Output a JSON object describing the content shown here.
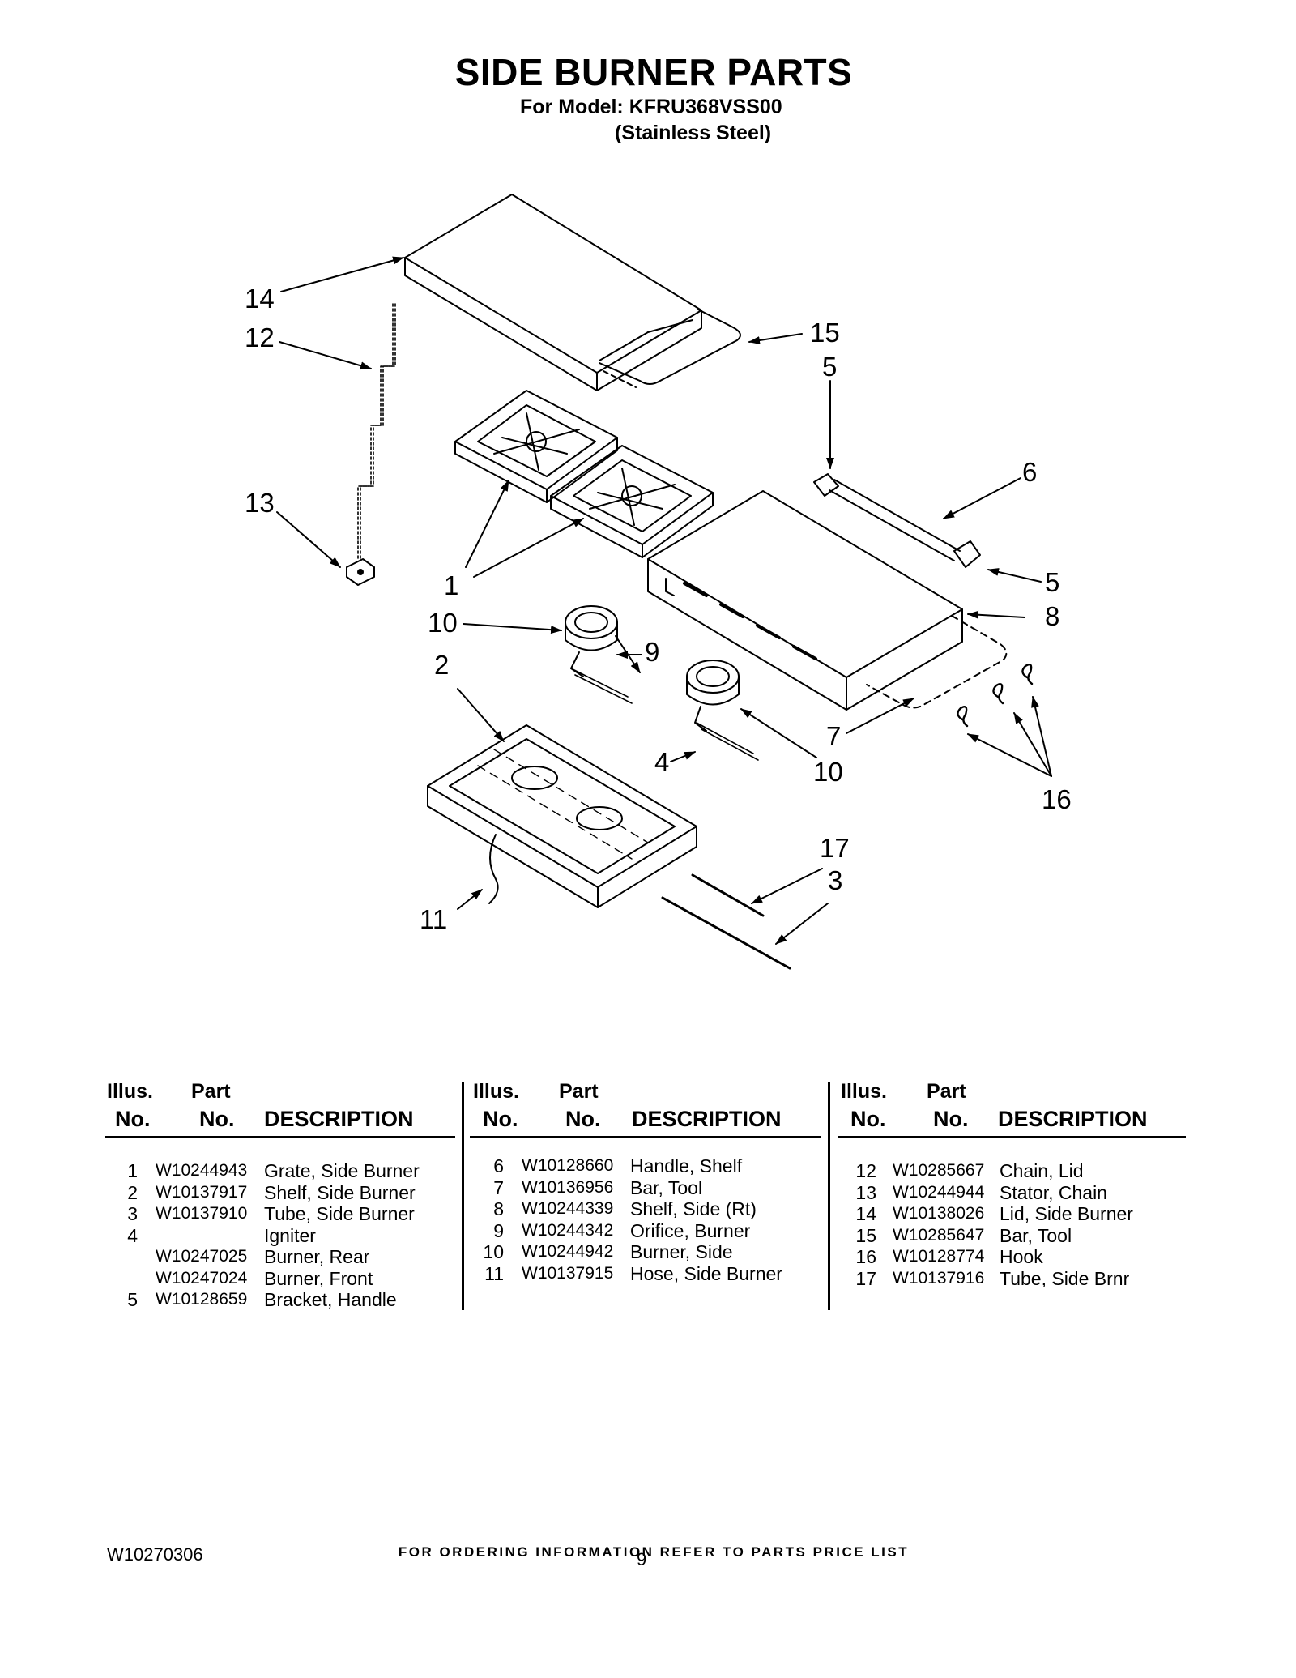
{
  "header": {
    "title": "SIDE BURNER PARTS",
    "model_line": "For Model: KFRU368VSS00",
    "finish_line": "(Stainless Steel)"
  },
  "callouts": [
    "14",
    "12",
    "15",
    "5",
    "6",
    "13",
    "1",
    "5",
    "10",
    "8",
    "9",
    "2",
    "7",
    "4",
    "10",
    "16",
    "17",
    "3",
    "11"
  ],
  "table_headers": {
    "illus": "Illus.",
    "no": "No.",
    "part": "Part",
    "part_no": "No.",
    "description": "DESCRIPTION"
  },
  "columns": [
    [
      {
        "no": "1",
        "part": "W10244943",
        "desc": "Grate, Side Burner"
      },
      {
        "no": "2",
        "part": "W10137917",
        "desc": "Shelf, Side Burner"
      },
      {
        "no": "3",
        "part": "W10137910",
        "desc": "Tube, Side Burner"
      },
      {
        "no": "4",
        "part": "",
        "desc": "Igniter"
      },
      {
        "no": "",
        "part": "W10247025",
        "desc": "Burner, Rear"
      },
      {
        "no": "",
        "part": "W10247024",
        "desc": "Burner, Front"
      },
      {
        "no": "5",
        "part": "W10128659",
        "desc": "Bracket, Handle"
      }
    ],
    [
      {
        "no": "6",
        "part": "W10128660",
        "desc": "Handle, Shelf"
      },
      {
        "no": "7",
        "part": "W10136956",
        "desc": "Bar, Tool"
      },
      {
        "no": "8",
        "part": "W10244339",
        "desc": "Shelf, Side (Rt)"
      },
      {
        "no": "9",
        "part": "W10244342",
        "desc": "Orifice, Burner"
      },
      {
        "no": "10",
        "part": "W10244942",
        "desc": "Burner, Side"
      },
      {
        "no": "11",
        "part": "W10137915",
        "desc": "Hose, Side Burner"
      }
    ],
    [
      {
        "no": "12",
        "part": "W10285667",
        "desc": "Chain, Lid"
      },
      {
        "no": "13",
        "part": "W10244944",
        "desc": "Stator, Chain"
      },
      {
        "no": "14",
        "part": "W10138026",
        "desc": "Lid, Side Burner"
      },
      {
        "no": "15",
        "part": "W10285647",
        "desc": "Bar, Tool"
      },
      {
        "no": "16",
        "part": "W10128774",
        "desc": "Hook"
      },
      {
        "no": "17",
        "part": "W10137916",
        "desc": "Tube, Side Brnr"
      }
    ]
  ],
  "footer": {
    "note": "FOR ORDERING INFORMATION REFER TO PARTS PRICE LIST",
    "doc_number": "W10270306",
    "page": "9"
  }
}
